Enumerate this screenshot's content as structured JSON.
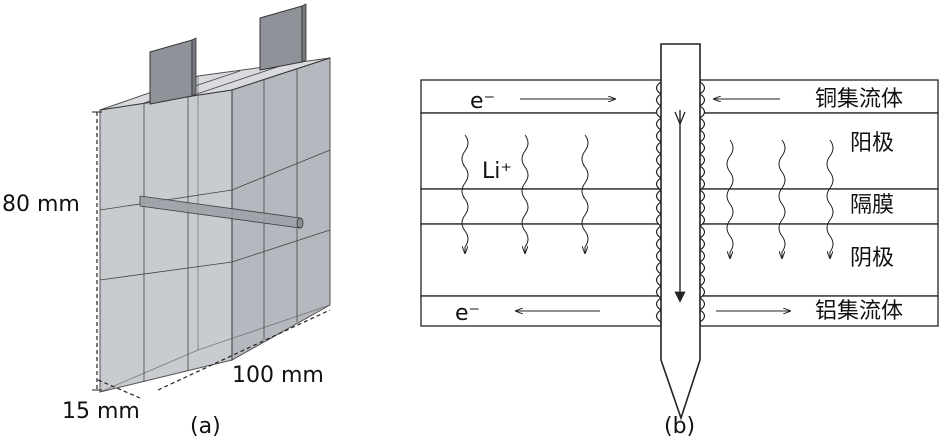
{
  "panel_a": {
    "caption": "(a)",
    "dim_height": "80 mm",
    "dim_width": "100 mm",
    "dim_depth": "15 mm"
  },
  "panel_b": {
    "caption": "(b)",
    "electron_top": "e⁻",
    "electron_bottom": "e⁻",
    "lithium_ion": "Li⁺",
    "label_copper_collector": "铜集流体",
    "label_anode": "阳极",
    "label_separator": "隔膜",
    "label_cathode": "阴极",
    "label_aluminum_collector": "铝集流体"
  },
  "colors": {
    "line": "#222222",
    "cell_fill": "#b9bcc2",
    "cell_dark": "#9a9ea6",
    "tab_fill": "#8f9299"
  }
}
